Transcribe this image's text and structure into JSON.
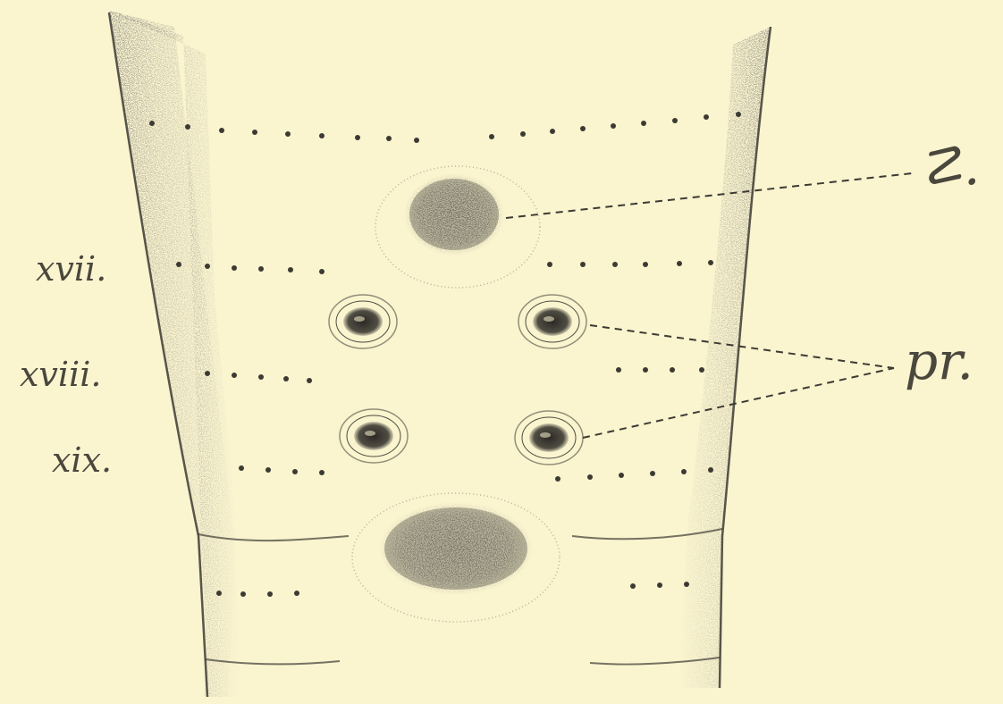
{
  "figure": {
    "segment_labels": {
      "xvii": "xvii.",
      "xviii": "xviii.",
      "xix": "xix."
    },
    "callouts": {
      "x": "☡.",
      "pr": "pr."
    }
  },
  "colors": {
    "background": "#faf4cf",
    "stipple": "#3c3a33",
    "label": "#4a473d"
  }
}
